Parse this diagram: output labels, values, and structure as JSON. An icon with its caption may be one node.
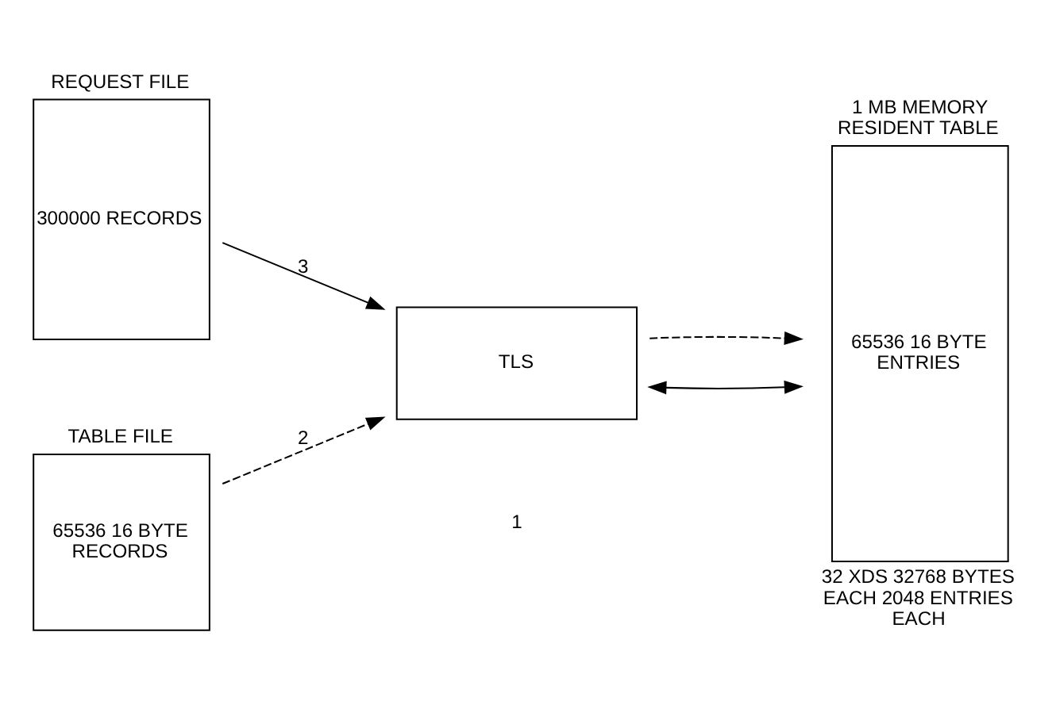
{
  "diagram": {
    "nodes": [
      {
        "text": [
          "REQUEST FILE",
          "300000 RECORDS"
        ]
      },
      {
        "text": [
          "TABLE FILE",
          "65536 16 BYTE RECORDS"
        ]
      },
      {
        "text": [
          "TLS"
        ]
      },
      {
        "text": [
          "1 MB MEMORY RESIDENT TABLE",
          "65536 16 BYTE ENTRIES"
        ],
        "beside": [
          "32 XDS 32768 BYTES EACH 2048 ENTRIES EACH"
        ]
      }
    ],
    "edges": [
      {
        "from": 0,
        "to": 2,
        "arrow": "to",
        "label": "3"
      },
      {
        "from": 1,
        "to": 2,
        "arrow": "to",
        "label": "2",
        "style": "dashed"
      },
      {
        "from": 2,
        "to": 3,
        "arrow": "both"
      },
      {
        "from": 2,
        "to": 3,
        "arrow": "to",
        "style": "dashed"
      }
    ],
    "labels": [
      "1"
    ]
  }
}
